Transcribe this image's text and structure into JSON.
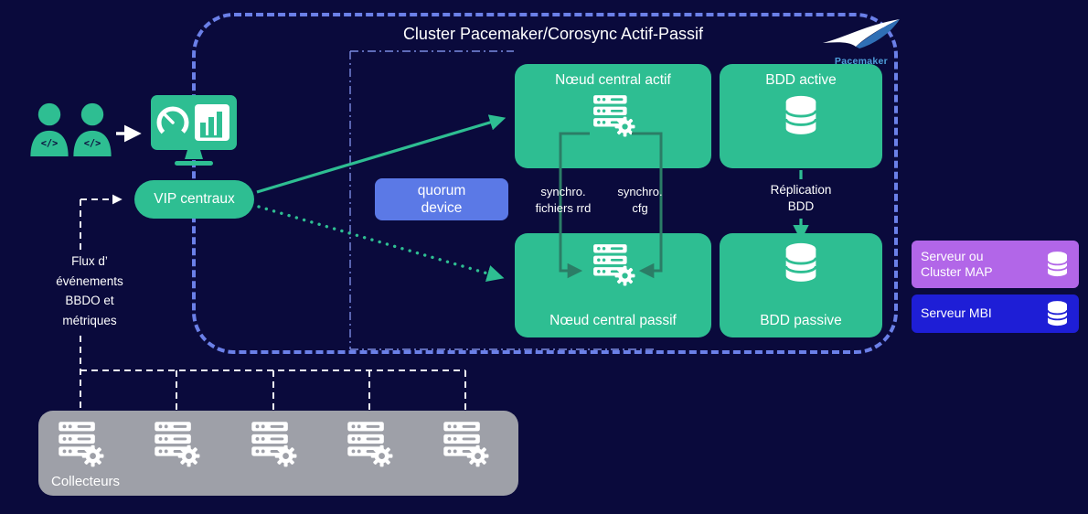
{
  "colors": {
    "background": "#0A0A3C",
    "green": "#2EBE92",
    "quorum-blue": "#5B79E6",
    "border-blue": "#6B80E8",
    "inner-line": "#8292EA",
    "purple": "#B266E8",
    "mbi-blue": "#1E1ED6",
    "gray": "#9EA0A8",
    "sync-arrow": "#2B7D66",
    "line-white": "#F2F2F7",
    "pacemaker-blue": "#4FA0DC"
  },
  "left_panel": {
    "dev_icon_glyph": "</>",
    "vip_label": "VIP centraux",
    "flux_label": "Flux d’\névénements\nBBDO et\nmétriques"
  },
  "cluster": {
    "title": "Cluster Pacemaker/Corosync Actif-Passif",
    "pacemaker_label": "Pacemaker",
    "quorum_label": "quorum\ndevice",
    "node_active_label": "Nœud central actif",
    "node_passive_label": "Nœud central passif",
    "bdd_active_label": "BDD active",
    "bdd_passive_label": "BDD passive",
    "synchro_rrd_label": "synchro.\nfichiers rrd",
    "synchro_cfg_label": "synchro.\ncfg",
    "replication_label": "Réplication\nBDD"
  },
  "right_panel": {
    "map_label": "Serveur ou\nCluster MAP",
    "mbi_label": "Serveur MBI"
  },
  "collectors": {
    "label": "Collecteurs"
  }
}
